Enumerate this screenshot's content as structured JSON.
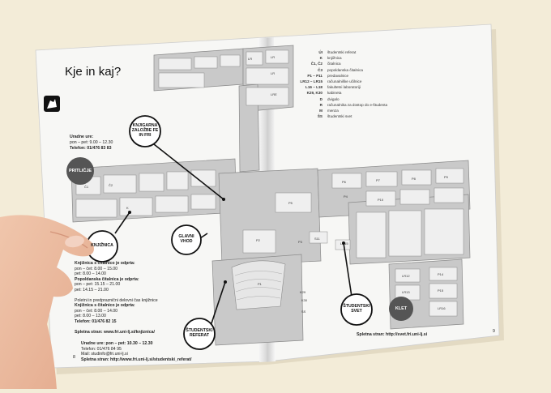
{
  "page": {
    "title": "Kje in kaj?",
    "page_numbers": {
      "left": "8",
      "right": "9"
    }
  },
  "markers": {
    "ground_floor": "PRITLIČJE",
    "basement": "KLET",
    "main_entrance": "GLAVNI VHOD",
    "bookstore": "KNJIGARNA ZALOŽBE FE IN FRI",
    "library_circle": "KNJIŽNICA",
    "student_office": "ŠTUDENTSKI REFERAT",
    "student_council": "ŠTUDENTSKI SVET"
  },
  "bookstore_info": {
    "heading": "Uradne ure:",
    "hours": "pon – pet: 9.00 – 12.30",
    "phone": "Telefon: 01/476 83 83"
  },
  "library_info": {
    "heading": "Knjižnica s čitalnico je odprta:",
    "lines": [
      "pon – čet: 8.00 – 15.00",
      "pet: 8.00 – 14.00",
      "Popoldanska čitalnica je odprta:",
      "pon – pet: 15.15 – 21.00",
      "pet: 14.15 – 21.00",
      "",
      "Poletni in predpraznični delovni čas knjižnice",
      "Knjižnica s čitalnico je odprta:",
      "pon – čet: 8.00 – 14.00",
      "pet: 8.00 – 13.00",
      "Telefon: 01/476 82 15",
      "",
      "Spletna stran: www.fri.uni-lj.si/knjiznica/"
    ]
  },
  "office_info": {
    "lines": [
      "Uradne ure: pon – pet: 10.30 – 12.30",
      "Telefon: 01/476 84 95",
      "Mail: studinfo@fri.uni-lj.si",
      "Spletna stran: http://www.fri.uni-lj.si/studentski_referat/"
    ]
  },
  "council_info": {
    "web": "Spletna stran: http://svet.fri.uni-lj.si"
  },
  "legend": [
    {
      "code": "ÚI",
      "desc": "študentski referat"
    },
    {
      "code": "K",
      "desc": "knjižnica"
    },
    {
      "code": "Č1, Č2",
      "desc": "čitalnica"
    },
    {
      "code": "Č3",
      "desc": "popoldanska čitalnica"
    },
    {
      "code": "P1 – P11",
      "desc": "predavalnice"
    },
    {
      "code": "LR12 – LR15",
      "desc": "računalniške učilnice"
    },
    {
      "code": "L16 – L18",
      "desc": "fakultetni laboratoriji"
    },
    {
      "code": "K29, K30",
      "desc": "kabineta"
    },
    {
      "code": "D",
      "desc": "dvigalo"
    },
    {
      "code": "R",
      "desc": "računalnika za dostop do e-študenta"
    },
    {
      "code": "M",
      "desc": "menza"
    },
    {
      "code": "ŠS",
      "desc": "študentski svet"
    }
  ],
  "room_labels": [
    "LR",
    "LR",
    "LR",
    "LRE",
    "Č1",
    "Č2",
    "K",
    "P6",
    "P7",
    "P8",
    "P9",
    "P10",
    "P5",
    "P4",
    "P3",
    "S11",
    "P2",
    "P1",
    "K29",
    "K30",
    "SS",
    "LR15",
    "LR12",
    "LR13",
    "P14",
    "P15",
    "LR16"
  ]
}
